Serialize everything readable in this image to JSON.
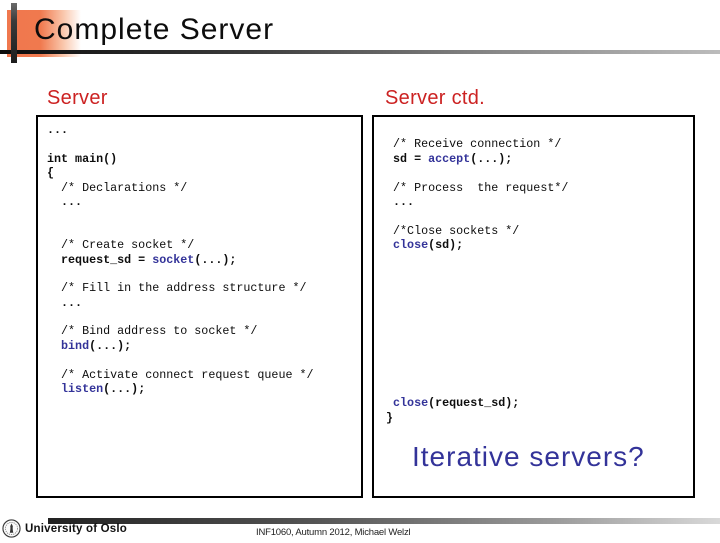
{
  "slide": {
    "title": "Complete Server"
  },
  "panels": {
    "left": {
      "heading": "Server"
    },
    "right": {
      "heading": "Server ctd."
    }
  },
  "caption": {
    "text": "Iterative servers?"
  },
  "footer": {
    "org": "University of Oslo",
    "course": "INF1060,  Autumn 2012,  Michael Welzl"
  },
  "colors": {
    "heading_red": "#cc2222",
    "code_function_navy": "#333399",
    "caption_blue": "#333399",
    "accent_orange": "#f0784e",
    "border_black": "#000000"
  },
  "icons": {
    "footer_logo": "uio-seal-icon"
  },
  "code_left": [
    [
      [
        "k",
        "..."
      ]
    ],
    [],
    [
      [
        "k",
        "int main()"
      ]
    ],
    [
      [
        "k",
        "{"
      ]
    ],
    [
      [
        "c",
        "  /* Declarations */"
      ]
    ],
    [
      [
        "k",
        "  ..."
      ]
    ],
    [],
    [],
    [
      [
        "c",
        "  /* Create socket */"
      ]
    ],
    [
      [
        "k",
        "  request_sd = "
      ],
      [
        "f",
        "socket"
      ],
      [
        "k",
        "(...);"
      ]
    ],
    [],
    [
      [
        "c",
        "  /* Fill in the address structure */"
      ]
    ],
    [
      [
        "k",
        "  ..."
      ]
    ],
    [],
    [
      [
        "c",
        "  /* Bind address to socket */"
      ]
    ],
    [
      [
        "k",
        "  "
      ],
      [
        "f",
        "bind"
      ],
      [
        "k",
        "(...);"
      ]
    ],
    [],
    [
      [
        "c",
        "  /* Activate connect request queue */"
      ]
    ],
    [
      [
        "k",
        "  "
      ],
      [
        "f",
        "listen"
      ],
      [
        "k",
        "(...);"
      ]
    ]
  ],
  "code_right": [
    [],
    [
      [
        "c",
        "  /* Receive connection */"
      ]
    ],
    [
      [
        "k",
        "  sd = "
      ],
      [
        "f",
        "accept"
      ],
      [
        "k",
        "(...);"
      ]
    ],
    [],
    [
      [
        "c",
        "  /* Process  the request*/"
      ]
    ],
    [
      [
        "k",
        "  ..."
      ]
    ],
    [],
    [
      [
        "c",
        "  /*Close sockets */"
      ]
    ],
    [
      [
        "k",
        "  "
      ],
      [
        "f",
        "close"
      ],
      [
        "k",
        "(sd);"
      ]
    ],
    [],
    [],
    [],
    [],
    [],
    [],
    [],
    [],
    [],
    [],
    [
      [
        "k",
        "  "
      ],
      [
        "f",
        "close"
      ],
      [
        "k",
        "(request_sd);"
      ]
    ],
    [
      [
        "k",
        " }"
      ]
    ]
  ]
}
